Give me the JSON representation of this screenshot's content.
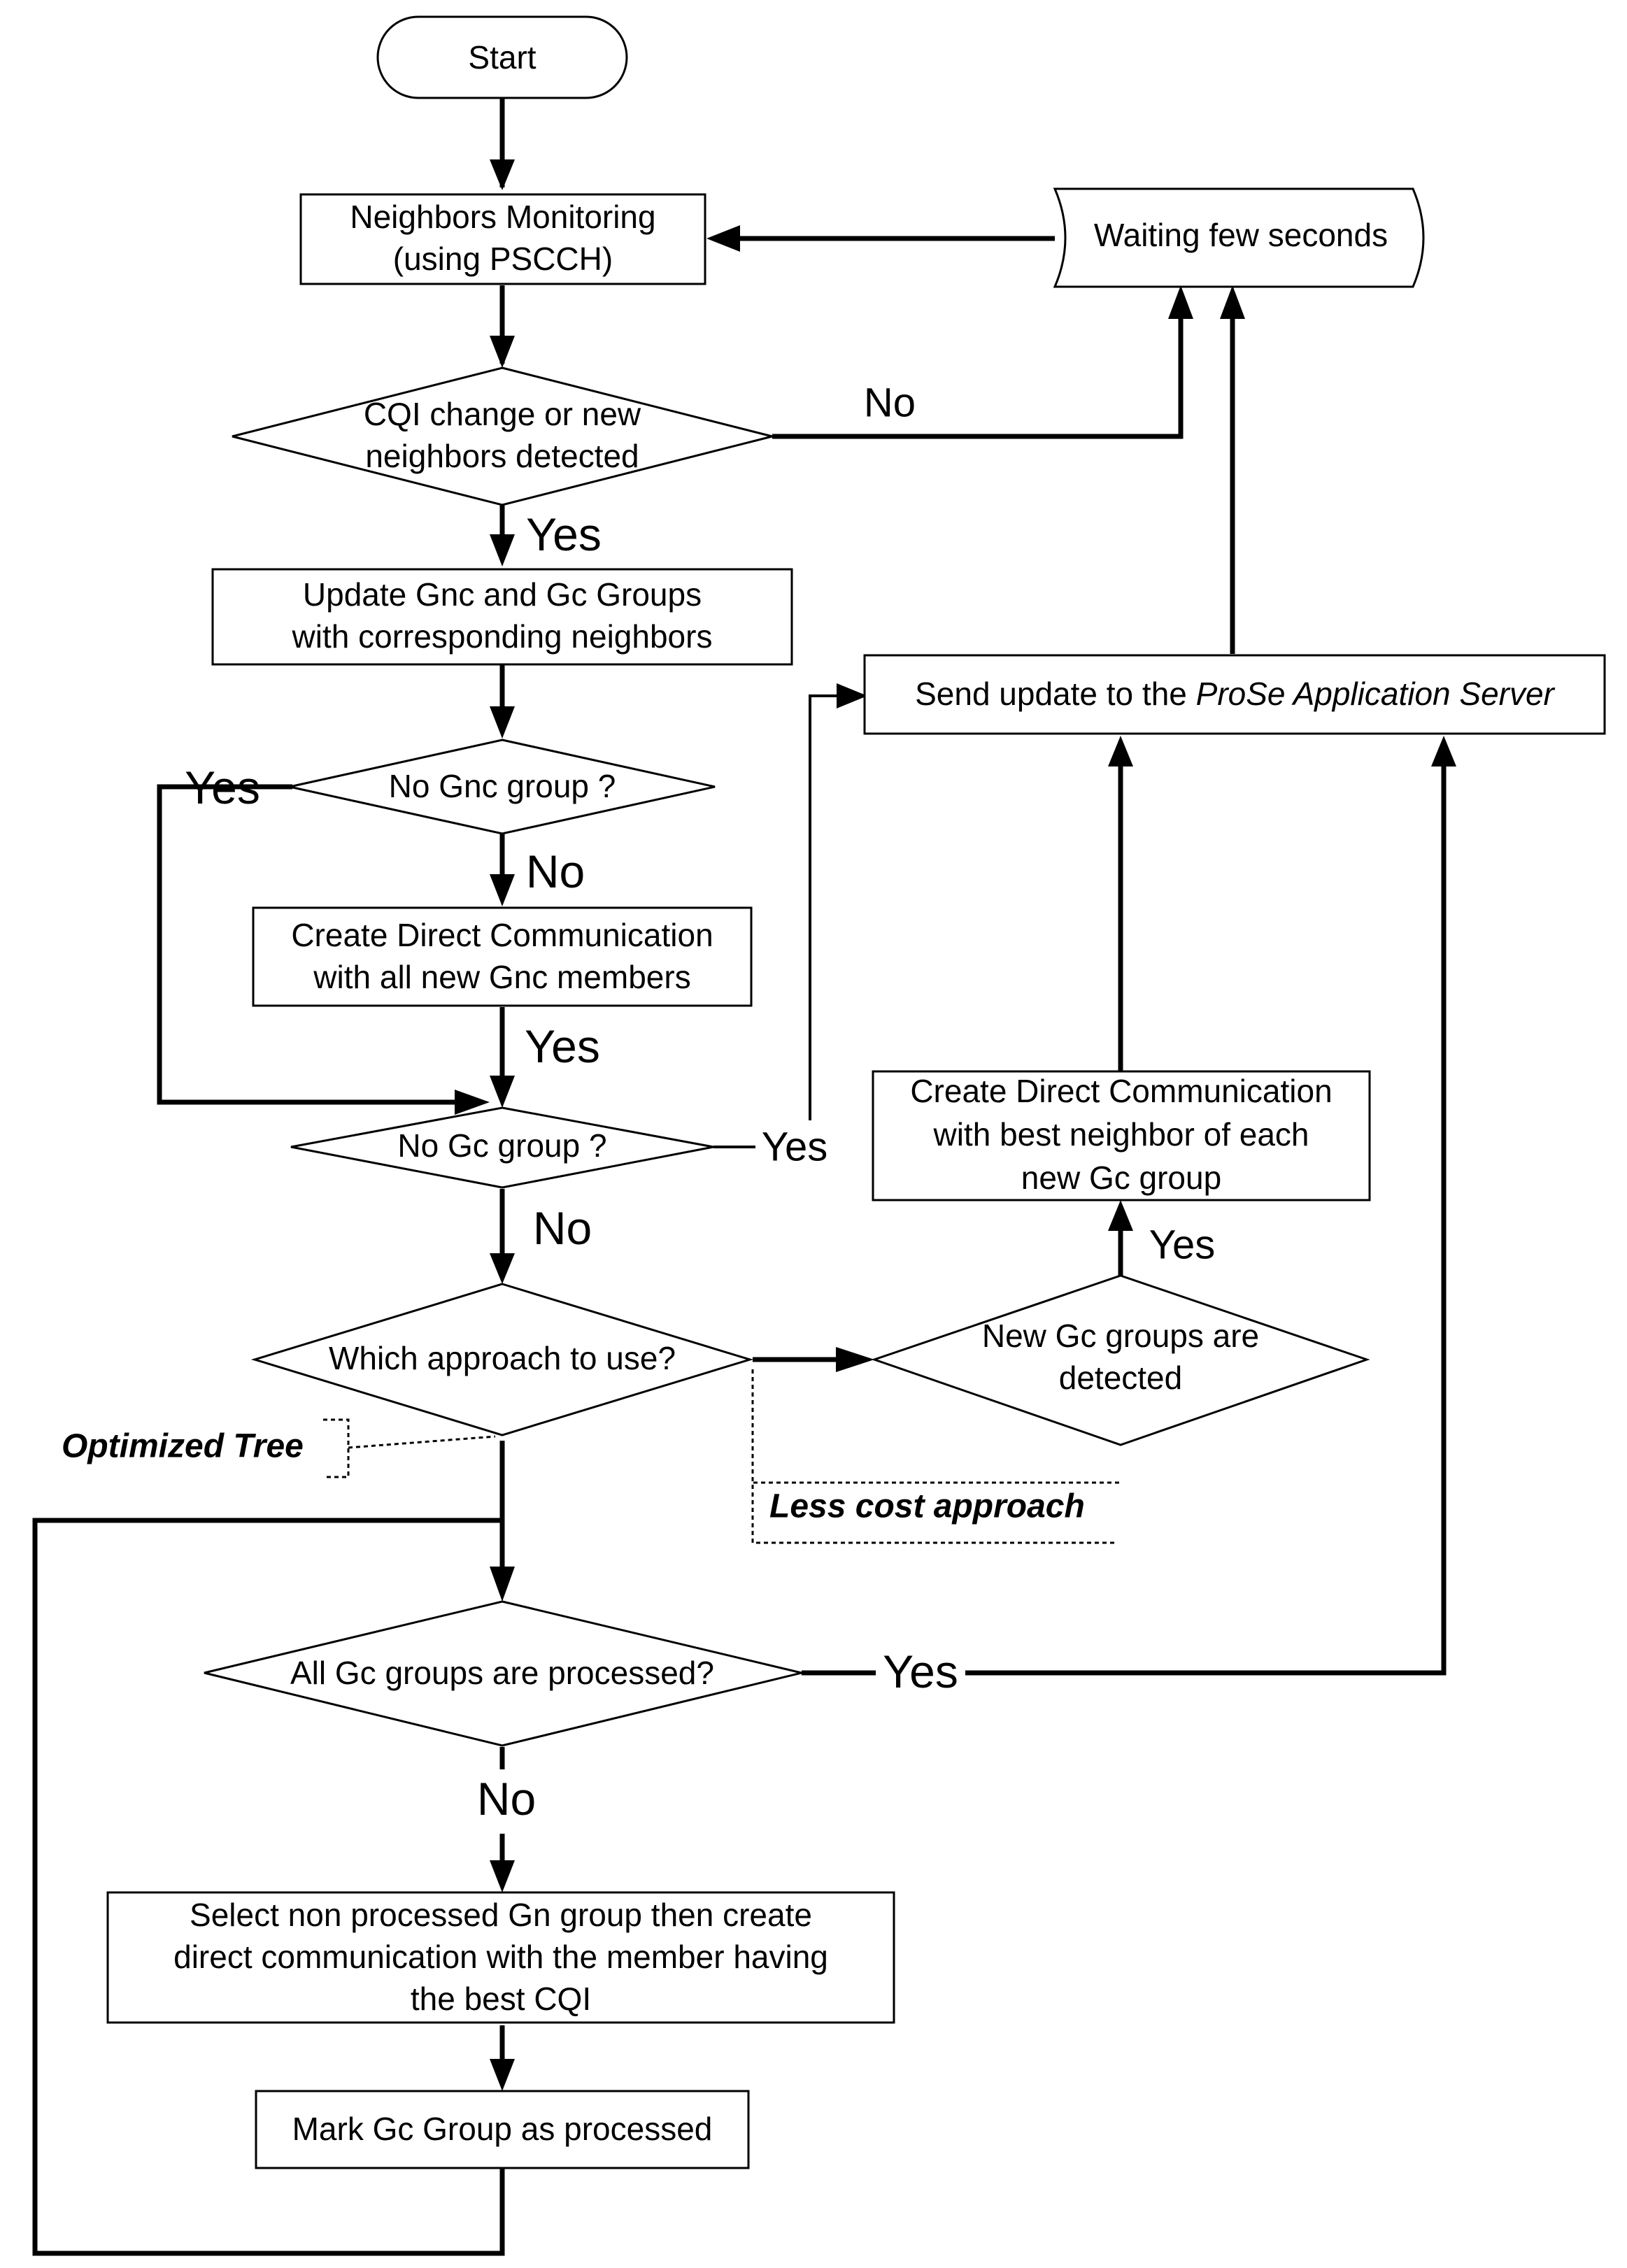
{
  "nodes": {
    "start": "Start",
    "monitor": [
      "Neighbors Monitoring",
      "(using PSCCH)"
    ],
    "waiting": "Waiting few seconds",
    "cqi_change": [
      "CQI change or new",
      "neighbors detected"
    ],
    "update_groups": [
      "Update Gnc and Gc Groups",
      "with corresponding neighbors"
    ],
    "send_update": {
      "prefix": "Send update to the ",
      "emphasis": "ProSe Application Server"
    },
    "no_gnc": "No Gnc group ?",
    "create_gnc": [
      "Create Direct Communication",
      "with all new Gnc members"
    ],
    "create_best": [
      "Create Direct Communication",
      "with best neighbor of each",
      "new Gc group"
    ],
    "no_gc": "No Gc group ?",
    "which_approach": "Which approach to use?",
    "new_gc_detected": [
      "New Gc groups are",
      "detected"
    ],
    "all_processed": "All Gc groups are processed?",
    "select_group": [
      "Select non processed Gn group then create",
      "direct communication with the member having",
      "the best CQI"
    ],
    "mark_group": "Mark Gc Group as processed"
  },
  "edge_labels": {
    "cqi_no": "No",
    "cqi_yes": "Yes",
    "gnc_yes": "Yes",
    "gnc_no": "No",
    "create_gnc_yes": "Yes",
    "gc_yes": "Yes",
    "gc_no": "No",
    "new_gc_yes": "Yes",
    "all_yes": "Yes",
    "all_no": "No"
  },
  "annotations": {
    "optimized": "Optimized Tree",
    "less_cost": "Less cost approach"
  }
}
